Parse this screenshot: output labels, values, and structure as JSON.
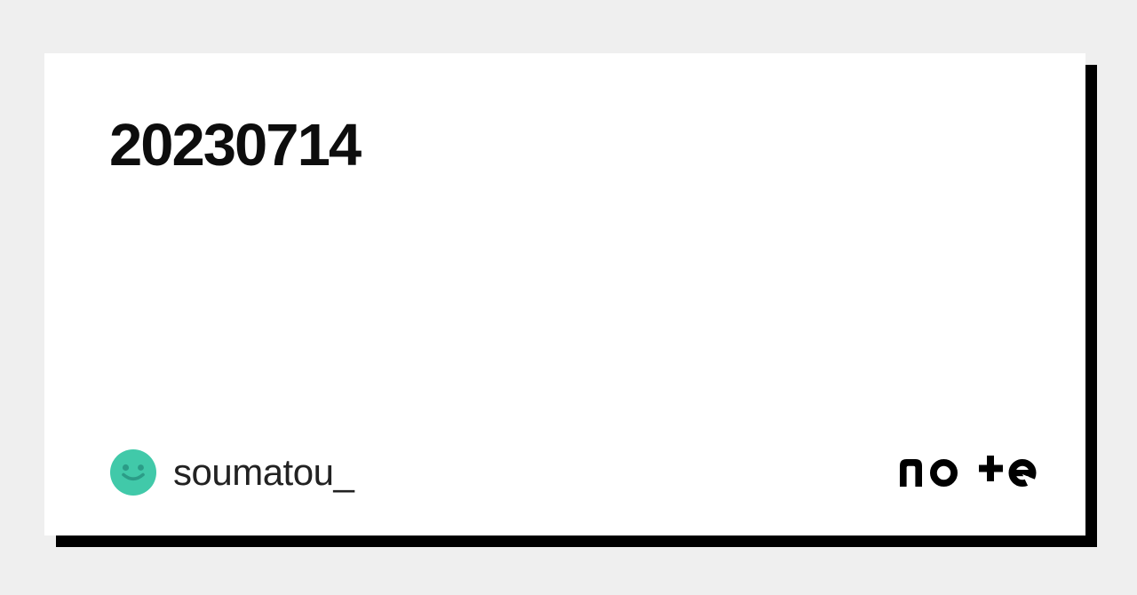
{
  "colors": {
    "background": "#efefef",
    "card": "#ffffff",
    "shadow": "#000000",
    "title_text": "#0d0d0d",
    "author_text": "#222222",
    "avatar": "#41c9a9",
    "avatar_features": "#2b9c87",
    "logo": "#000000"
  },
  "card": {
    "title": "20230714"
  },
  "author": {
    "name": "soumatou_",
    "avatar_icon": "smiley-face-icon"
  },
  "brand": {
    "logo_text": "note",
    "logo_icon": "note-logo"
  }
}
